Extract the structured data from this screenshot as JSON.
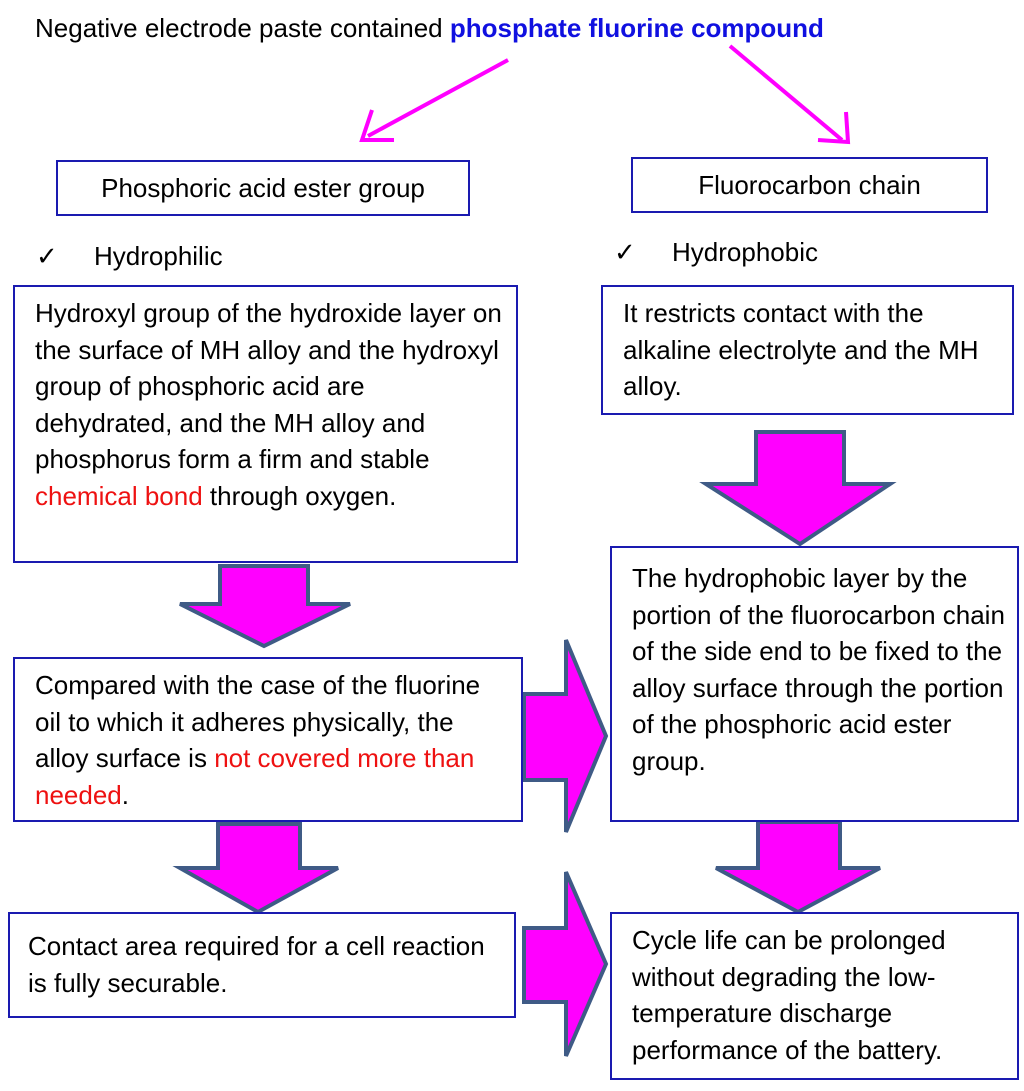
{
  "title": {
    "prefix": "Negative electrode paste contained",
    "highlight": "phosphate fluorine compound"
  },
  "left": {
    "header": "Phosphoric acid ester group",
    "property": "Hydrophilic",
    "box1": {
      "pre": "Hydroxyl group of the hydroxide layer on the surface of MH alloy and the hydroxyl group of phosphoric acid are dehydrated, and the MH alloy and phosphorus form a firm and stable ",
      "red": "chemical bond",
      "post": " through oxygen."
    },
    "box2": {
      "pre": "Compared with the case of the fluorine oil to which it adheres physically, the alloy surface is ",
      "red": "not covered more than needed",
      "post": "."
    },
    "box3": "Contact area required for a cell reaction is fully securable."
  },
  "right": {
    "header": "Fluorocarbon chain",
    "property": "Hydrophobic",
    "box1": "It restricts contact with the alkaline electrolyte and the MH alloy.",
    "box2": "The hydrophobic layer by the portion of the fluorocarbon chain of the side end to be fixed to the alloy surface through the portion of the phosphoric acid ester group.",
    "box3": "Cycle life can be prolonged without degrading the low-temperature discharge performance of the battery."
  },
  "check_symbol": "✓",
  "colors": {
    "title_highlight": "#1010e0",
    "emphasis_red": "#ee1111",
    "box_border": "#1a1ab0",
    "block_arrow_fill": "#ff00ff",
    "block_arrow_stroke": "#3f5b86",
    "thin_arrow": "#ff00ff"
  }
}
